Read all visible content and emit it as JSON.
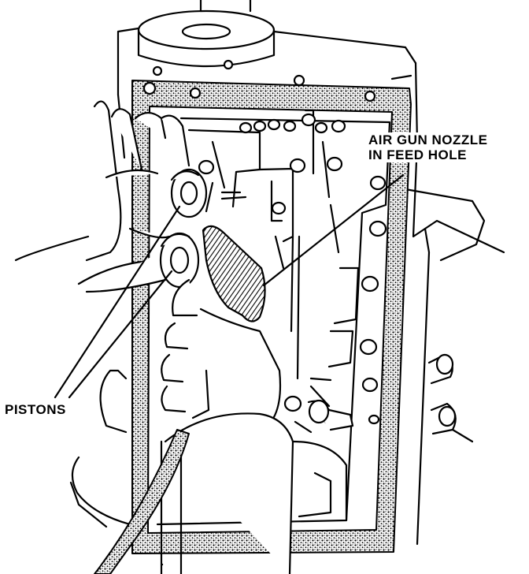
{
  "labels": {
    "air_gun_line1": "AIR GUN NOZZLE",
    "air_gun_line2": "IN FEED HOLE",
    "pistons": "PISTONS"
  },
  "colors": {
    "ink": "#000000",
    "paper": "#ffffff",
    "gasket_fill": "#9a9a9a"
  }
}
